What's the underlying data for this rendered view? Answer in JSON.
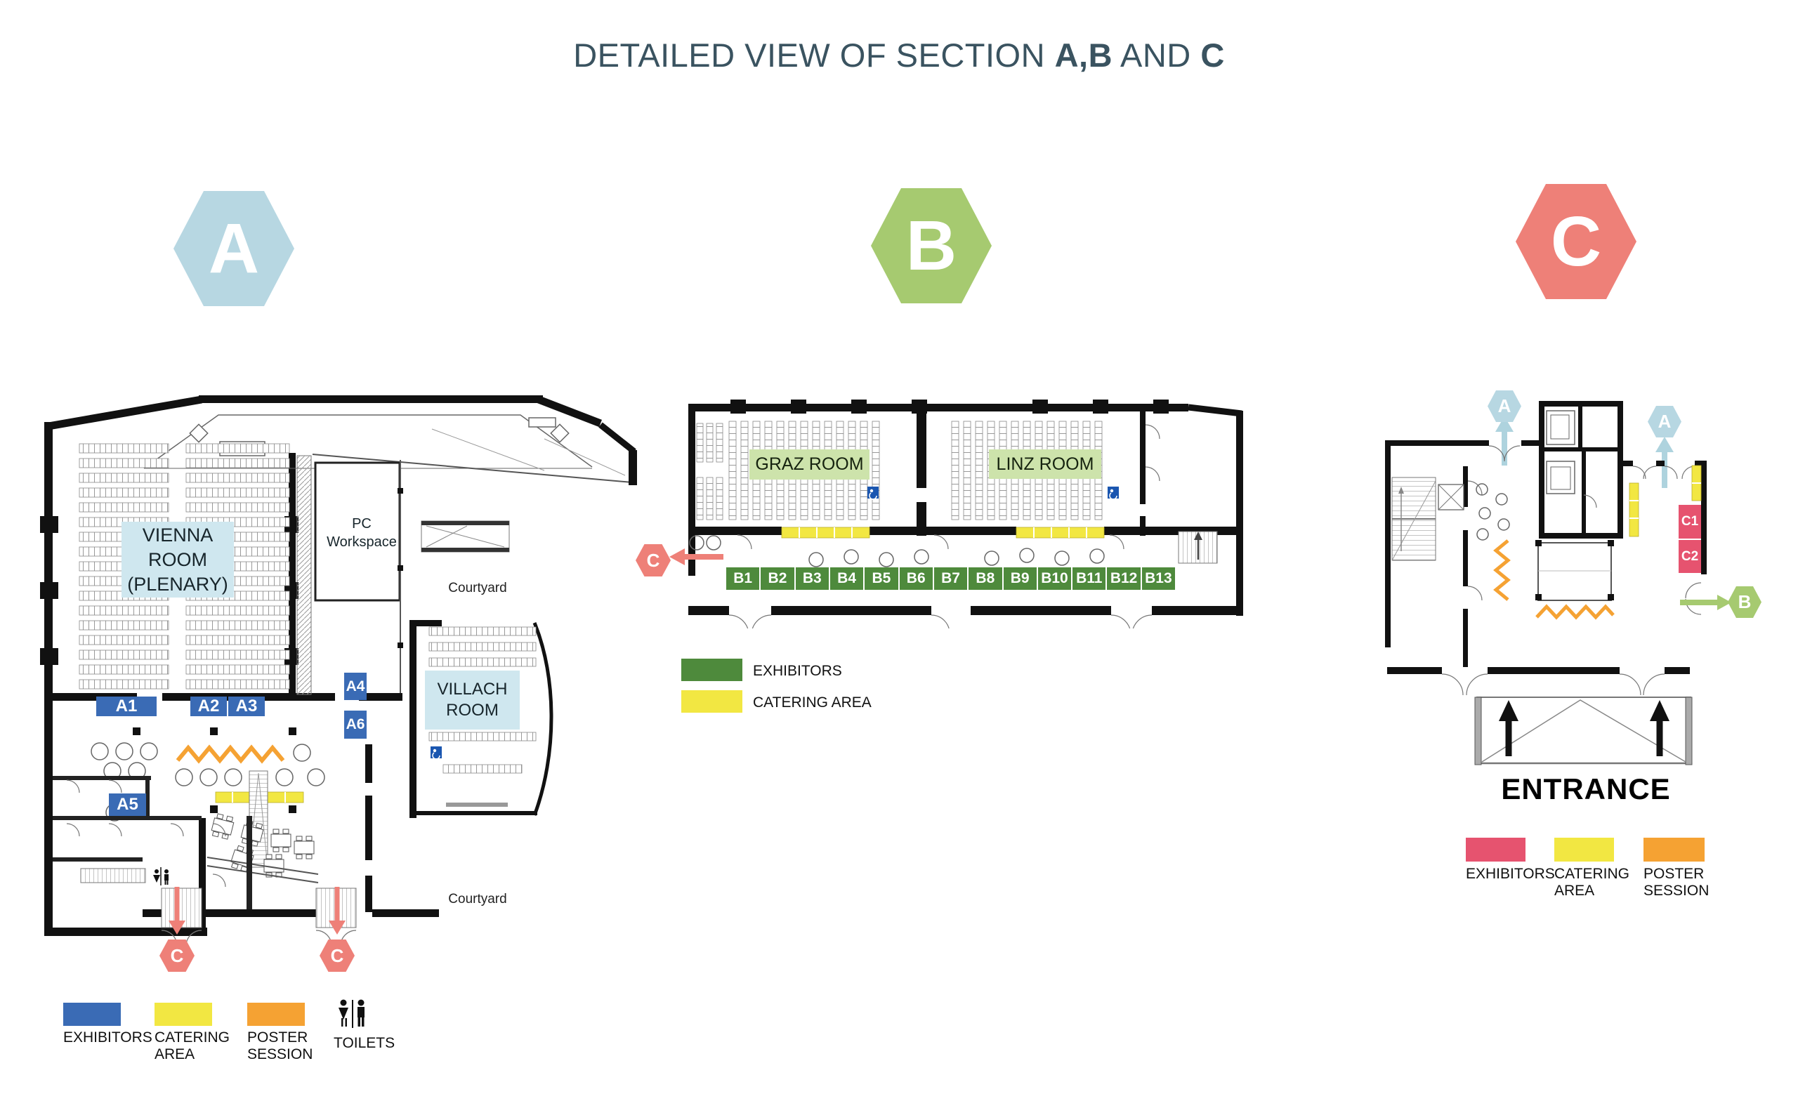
{
  "title": {
    "pre": "DETAILED VIEW OF SECTION ",
    "boldAB": "A,B",
    "and": " AND ",
    "boldC": "C"
  },
  "sections": {
    "a": {
      "letter": "A",
      "labels": {
        "vienna": "VIENNA\nROOM\n(PLENARY)",
        "pc": "PC\nWorkspace",
        "courtyard_top": "Courtyard",
        "villach": "VILLACH\nROOM",
        "courtyard_bottom": "Courtyard"
      },
      "booths": [
        "A1",
        "A2",
        "A3",
        "A4",
        "A5",
        "A6"
      ],
      "exits": [
        "C",
        "C"
      ],
      "legend": {
        "exhibitors": "EXHIBITORS",
        "catering": "CATERING\nAREA",
        "poster": "POSTER\nSESSION",
        "toilets": "TOILETS"
      }
    },
    "b": {
      "letter": "B",
      "labels": {
        "graz": "GRAZ ROOM",
        "linz": "LINZ ROOM"
      },
      "booths": [
        "B1",
        "B2",
        "B3",
        "B4",
        "B5",
        "B6",
        "B7",
        "B8",
        "B9",
        "B10",
        "B11",
        "B12",
        "B13"
      ],
      "exit": "C",
      "legend": {
        "exhibitors": "EXHIBITORS",
        "catering": "CATERING AREA"
      }
    },
    "c": {
      "letter": "C",
      "booths": [
        "C1",
        "C2"
      ],
      "markers": {
        "a1": "A",
        "a2": "A",
        "b": "B"
      },
      "entrance": "ENTRANCE",
      "legend": {
        "exhibitors": "EXHIBITORS",
        "catering": "CATERING\nAREA",
        "poster": "POSTER\nSESSION"
      }
    }
  },
  "colors": {
    "blue_booth": "#3a6bb5",
    "green_booth": "#4e8a3c",
    "pink_booth": "#e6536f",
    "yellow": "#f2e742",
    "orange": "#f5a233",
    "hex_a": "#b7d7e2",
    "hex_b": "#a6ca70",
    "hex_c": "#ee8078",
    "room_blue": "#cfe7ef",
    "room_green": "#cde3ab",
    "title": "#3a5360",
    "wheelchair": "#1a56b0"
  }
}
